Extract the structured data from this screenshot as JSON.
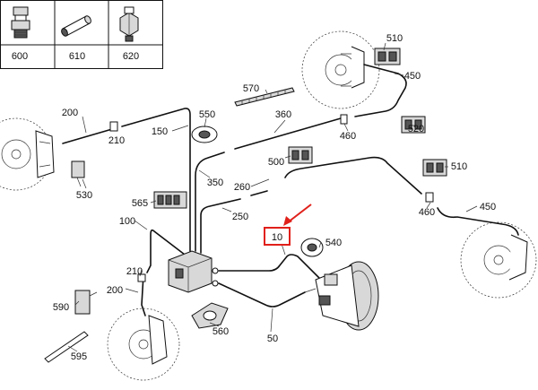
{
  "accent_color": "#e0201a",
  "labels": {
    "p600": "600",
    "p610": "610",
    "p620": "620",
    "p510_top": "510",
    "p450_top": "450",
    "p570": "570",
    "p200_left": "200",
    "p210_left": "210",
    "p550": "550",
    "p360": "360",
    "p460_top": "460",
    "p520": "520",
    "p150": "150",
    "p500": "500",
    "p530": "530",
    "p510_mid": "510",
    "p350": "350",
    "p260": "260",
    "p565": "565",
    "p250": "250",
    "p460_right": "460",
    "p450_right": "450",
    "p100": "100",
    "p10": "10",
    "p540": "540",
    "p210_bottom": "210",
    "p590": "590",
    "p200_bottom": "200",
    "p560": "560",
    "p50": "50",
    "p595": "595"
  }
}
